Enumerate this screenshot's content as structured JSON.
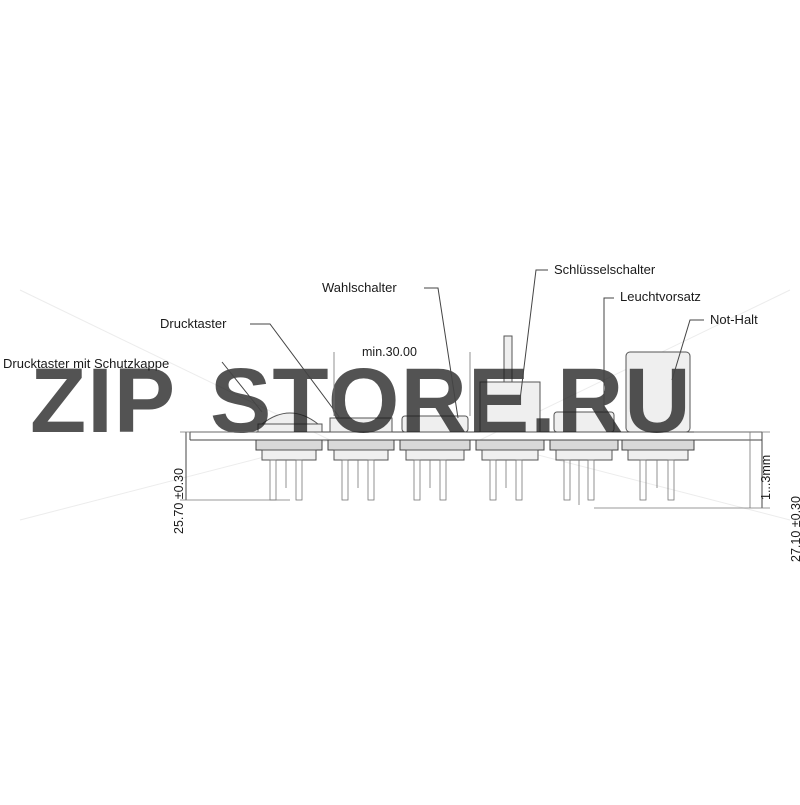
{
  "labels": {
    "drucktaster_schutzkappe": "Drucktaster mit Schutzkappe",
    "drucktaster": "Drucktaster",
    "wahlschalter": "Wahlschalter",
    "schluesselschalter": "Schlüsselschalter",
    "leuchtvorsatz": "Leuchtvorsatz",
    "not_halt": "Not-Halt"
  },
  "dimensions": {
    "spacing": "min.30.00",
    "left_height": "25.70 ±0.30",
    "right_height": "27.10 ±0.30",
    "panel_thickness": "1...3mm"
  },
  "watermark": {
    "part1": "ZIP",
    "part2": "STORE.RU",
    "color1": "#f5a623",
    "color2": "#c8c8c8"
  }
}
